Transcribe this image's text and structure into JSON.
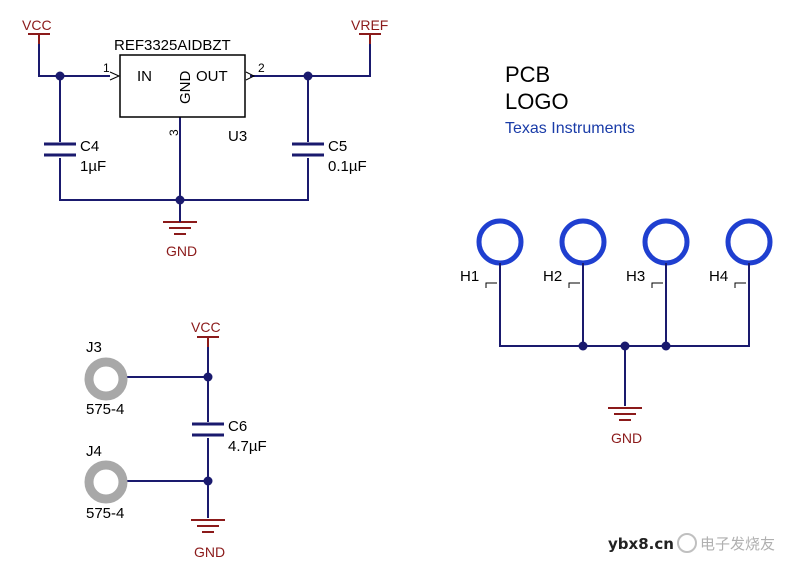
{
  "ic": {
    "part": "REF3325AIDBZT",
    "ref": "U3",
    "pin_in": "IN",
    "pin_out": "OUT",
    "pin_gnd": "GND",
    "pin1": "1",
    "pin2": "2",
    "pin3": "3"
  },
  "power": {
    "vcc": "VCC",
    "vref": "VREF",
    "gnd": "GND"
  },
  "caps": {
    "c4_ref": "C4",
    "c4_val": "1µF",
    "c5_ref": "C5",
    "c5_val": "0.1µF",
    "c6_ref": "C6",
    "c6_val": "4.7µF"
  },
  "jacks": {
    "j3_ref": "J3",
    "j3_val": "575-4",
    "j4_ref": "J4",
    "j4_val": "575-4"
  },
  "logo": {
    "line1": "PCB",
    "line2": "LOGO",
    "line3": "Texas Instruments"
  },
  "holes": [
    "H1",
    "H2",
    "H3",
    "H4"
  ],
  "watermark": {
    "site": "ybx8.cn",
    "brand": "电子发烧友"
  },
  "colors": {
    "wire": "#1a1a6e",
    "power": "#8b1a1a",
    "hole": "#1f3fd0",
    "jack": "#a8a8a8"
  }
}
